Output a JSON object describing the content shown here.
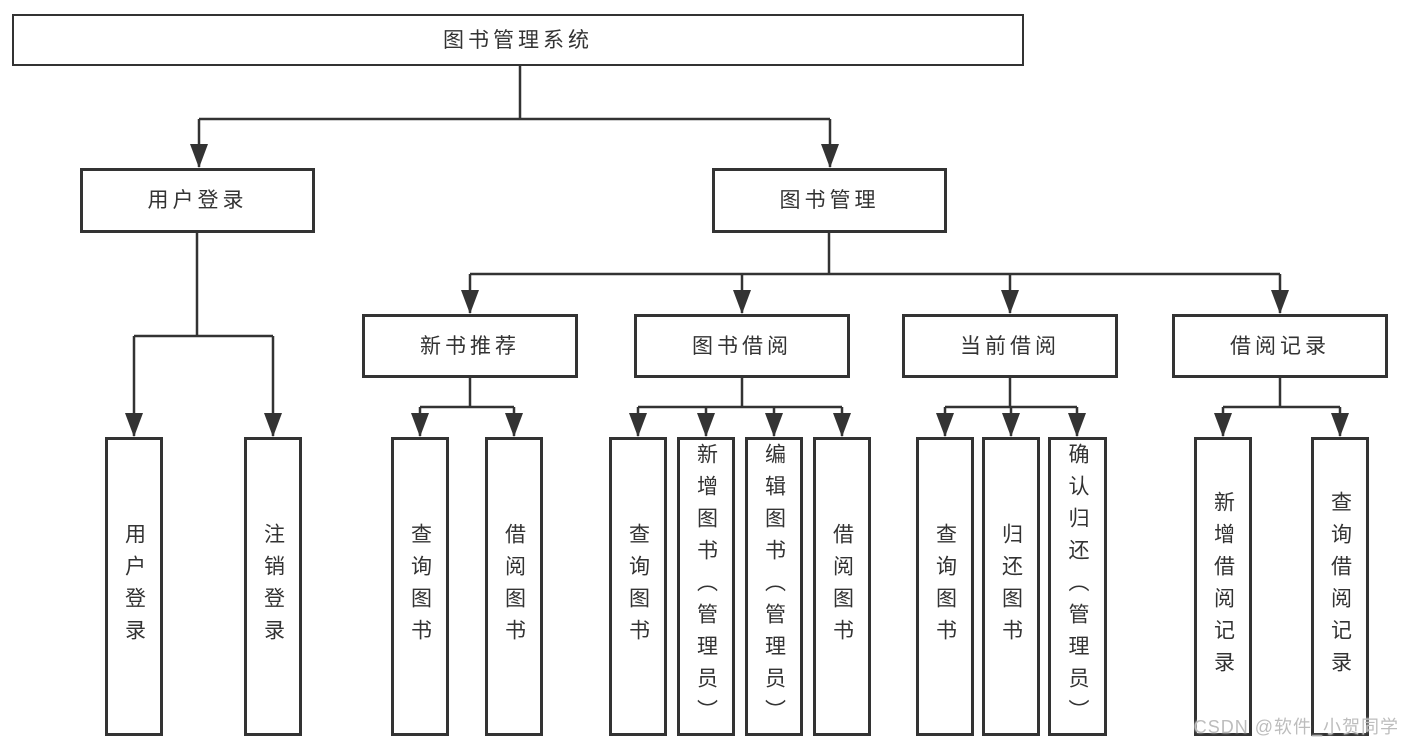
{
  "tree": {
    "label": "图书管理系统",
    "children": [
      {
        "label": "用户登录",
        "children": [
          {
            "label": "用户登录"
          },
          {
            "label": "注销登录"
          }
        ]
      },
      {
        "label": "图书管理",
        "children": [
          {
            "label": "新书推荐",
            "children": [
              {
                "label": "查询图书"
              },
              {
                "label": "借阅图书"
              }
            ]
          },
          {
            "label": "图书借阅",
            "children": [
              {
                "label": "查询图书"
              },
              {
                "label": "新增图书（管理员）"
              },
              {
                "label": "编辑图书（管理员）"
              },
              {
                "label": "借阅图书"
              }
            ]
          },
          {
            "label": "当前借阅",
            "children": [
              {
                "label": "查询图书"
              },
              {
                "label": "归还图书"
              },
              {
                "label": "确认归还（管理员）"
              }
            ]
          },
          {
            "label": "借阅记录",
            "children": [
              {
                "label": "新增借阅记录"
              },
              {
                "label": "查询借阅记录"
              }
            ]
          }
        ]
      }
    ]
  },
  "watermark": {
    "text": "CSDN @软件_小贺同学"
  },
  "colors": {
    "line": "#333333",
    "border": "#333333",
    "text": "#333333",
    "watermark": "#bdbdbd",
    "background": "#ffffff"
  }
}
